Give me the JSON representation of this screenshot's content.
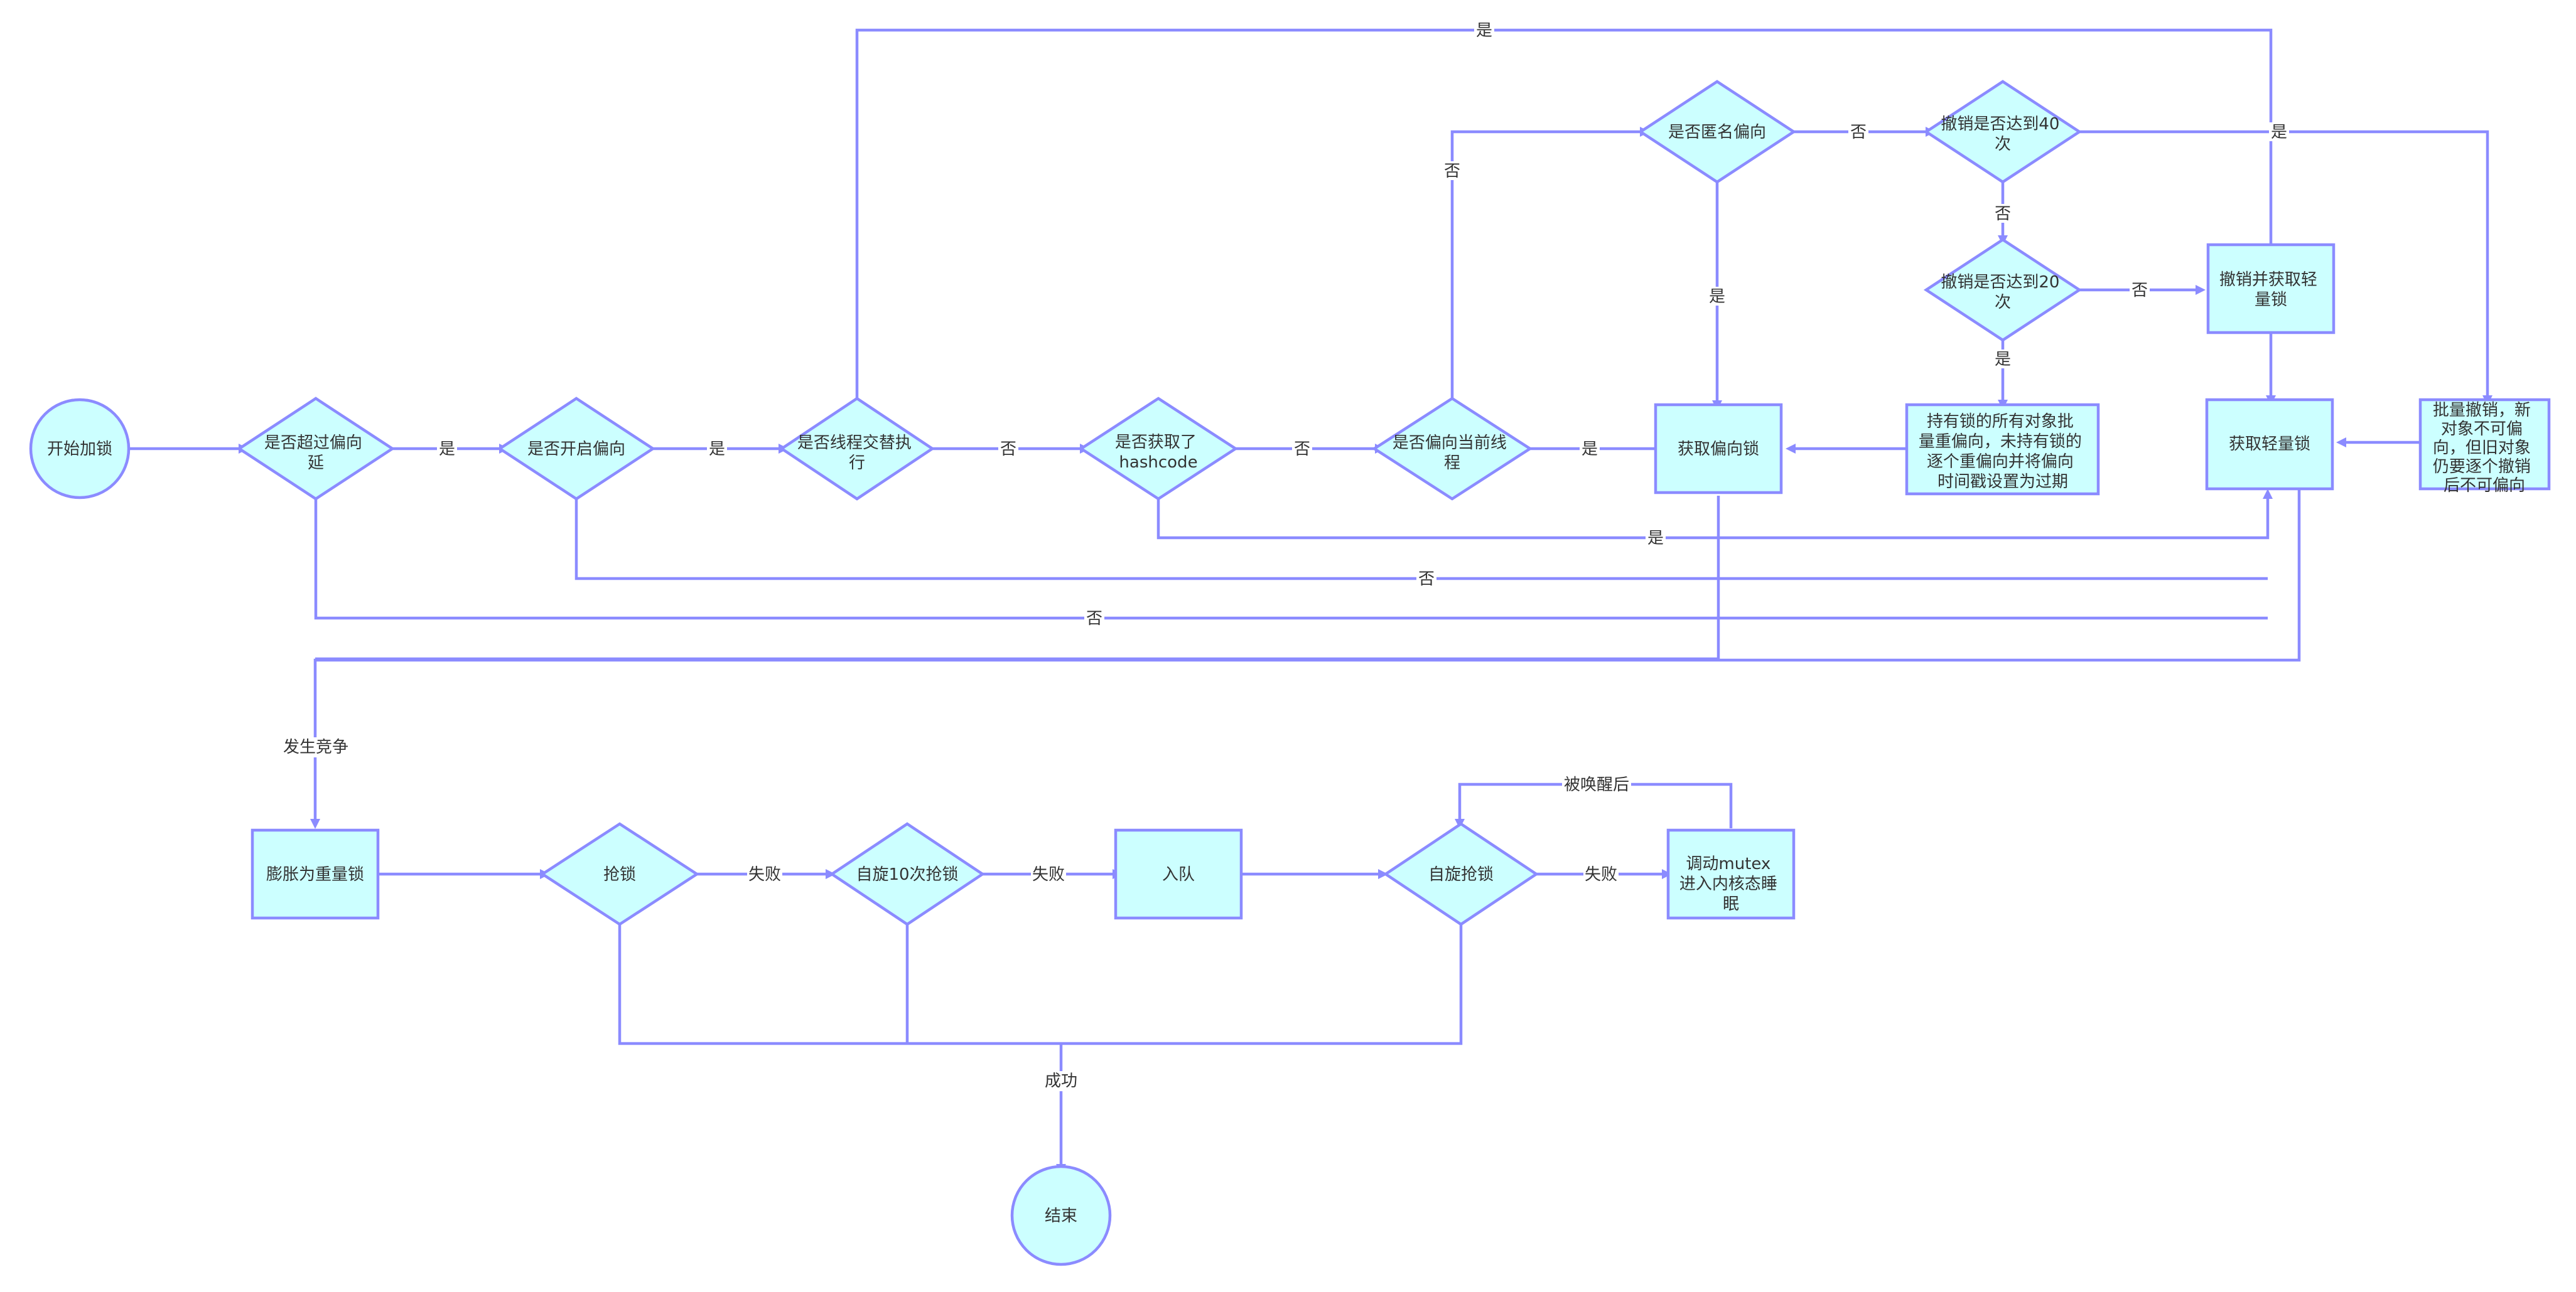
{
  "diagram": {
    "colors": {
      "node_fill": "#ccffff",
      "stroke": "#8b8bff",
      "text": "#333333"
    },
    "nodes": {
      "start": "开始加锁",
      "d_delay": "是否超过偏向延迟",
      "d_enabled": "是否开启偏向",
      "d_alt": "是否线程交替执行",
      "d_hash": "是否获取了hashcode",
      "d_cur": "是否偏向当前线程",
      "d_anon": "是否匿名偏向",
      "d_40": "撤销是否达到40次",
      "d_20": "撤销是否达到20次",
      "revoke_light": "撤销并获取轻量锁",
      "get_biased": "获取偏向锁",
      "rebias": "持有锁的所有对象批量重偏向，未持有锁的逐个重偏向并将偏向时间戳设置为过期",
      "get_light": "获取轻量锁",
      "bulk_revoke": "批量撤销，新对象不可偏向，但旧对象仍要逐个撤销后不可偏向",
      "inflate": "膨胀为重量锁",
      "grab": "抢锁",
      "spin10": "自旋10次抢锁",
      "enqueue": "入队",
      "spin": "自旋抢锁",
      "mutex": "调动mutex进入内核态睡眠",
      "end": "结束"
    },
    "edge_labels": {
      "yes": "是",
      "no": "否",
      "contention": "发生竞争",
      "fail": "失败",
      "woken": "被唤醒后",
      "success": "成功"
    }
  }
}
